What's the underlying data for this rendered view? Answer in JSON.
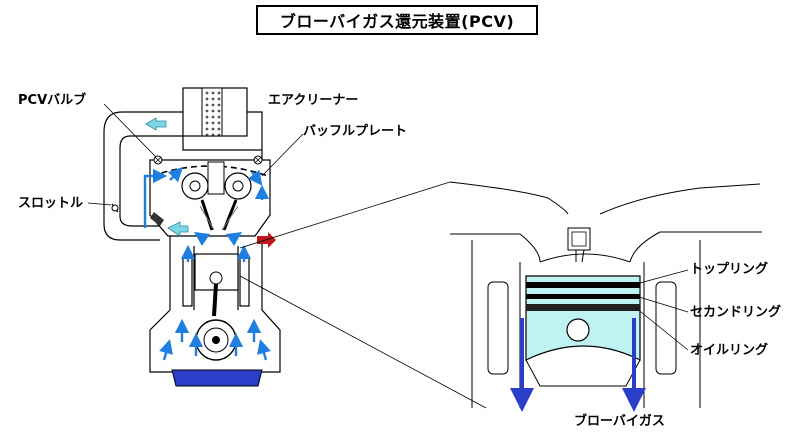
{
  "title": "ブローバイガス還元装置(PCV)",
  "labels": {
    "pcv_valve": "PCVバルブ",
    "air_cleaner": "エアクリーナー",
    "baffle_plate": "バッフルプレート",
    "throttle": "スロットル",
    "top_ring": "トップリング",
    "second_ring": "セカンドリング",
    "oil_ring": "オイルリング",
    "blowby_gas": "ブローバイガス"
  },
  "colors": {
    "flow_fresh": "#1e7fe0",
    "flow_light": "#7fd6e6",
    "exhaust": "#c0171c",
    "oil": "#2b3ec9",
    "piston_fill": "#bff3f3",
    "blowby_arrow": "#2a3ec9"
  }
}
